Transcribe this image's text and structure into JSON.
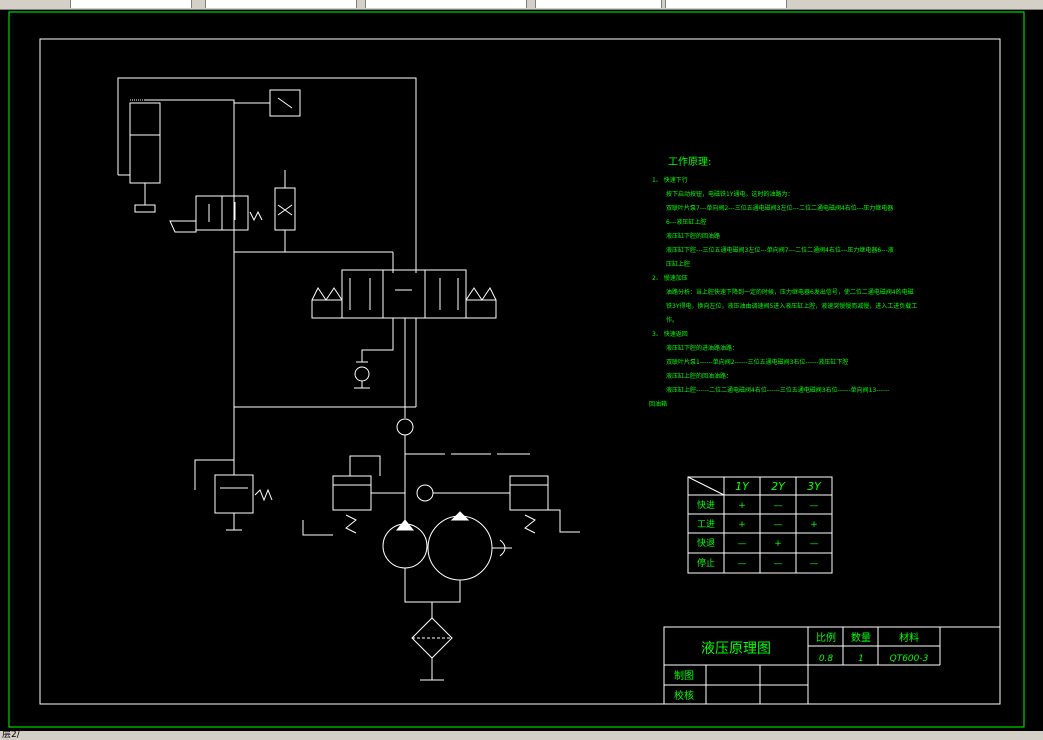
{
  "status_bar": {
    "text": "层2/"
  },
  "principle": {
    "heading": "工作原理:",
    "lines": [
      "1、 快速下行",
      "按下启动按钮，电磁铁1Y通电，这时的油路为：",
      "双联叶片泵7---单向阀2---三位五通电磁阀3左位---二位二通电磁阀4右位---压力继电器",
      "6---液压缸上腔",
      "液压缸下腔的回油路",
      "液压缸下腔---三位五通电磁阀3左位---单向阀7---二位二通阀4右位---压力继电器6---液",
      "压缸上腔",
      "2、 慢速加压",
      "油路分析：当上腔快速下降到一定的时候，压力继电器6发出信号，使二位二通电磁阀4的电磁",
      "铁3Y得电，换向左位，液压油由调速阀5进入液压缸上腔，液速突慢慢而减慢，进入工进负载工",
      "作。",
      "3、 快速返回",
      "液压缸下腔的进油路油路：",
      "双联叶片泵1------单向阀2------三位五通电磁阀3右位------液压缸下腔",
      "液压缸上腔的回油油路：",
      "液压缸上腔------二位二通电磁阀4右位------三位五通电磁阀3右位------单向阀13------",
      "回油箱"
    ]
  },
  "table": {
    "headers": [
      "",
      "1Y",
      "2Y",
      "3Y"
    ],
    "rows": [
      [
        "快进",
        "+",
        "—",
        "—"
      ],
      [
        "工进",
        "+",
        "—",
        "+"
      ],
      [
        "快退",
        "—",
        "+",
        "—"
      ],
      [
        "停止",
        "—",
        "—",
        "—"
      ]
    ]
  },
  "title_block": {
    "drawing_title": "液压原理图",
    "col_scale": "比例",
    "col_qty": "数量",
    "col_material": "材料",
    "scale": "0.8",
    "qty": "1",
    "material": "QT600-3",
    "drawn_by": "制图",
    "checked_by": "校核"
  }
}
